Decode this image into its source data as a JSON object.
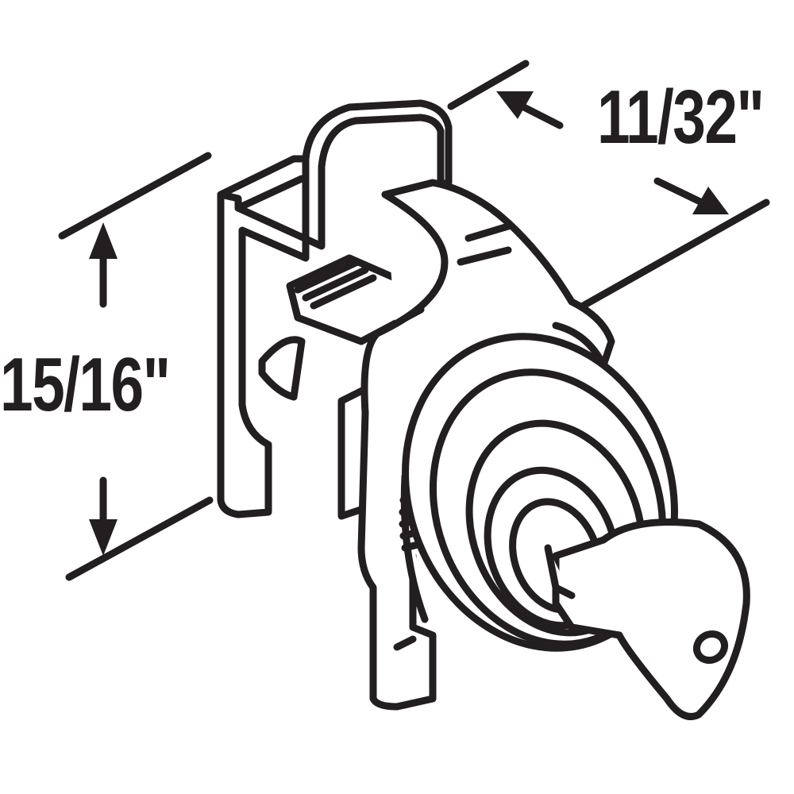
{
  "diagram": {
    "subject": "cam lock with key",
    "line_color": "#231f20",
    "background": "#ffffff",
    "dimensions": {
      "depth": {
        "label": "11/32\""
      },
      "height": {
        "label": "15/16\""
      }
    }
  }
}
